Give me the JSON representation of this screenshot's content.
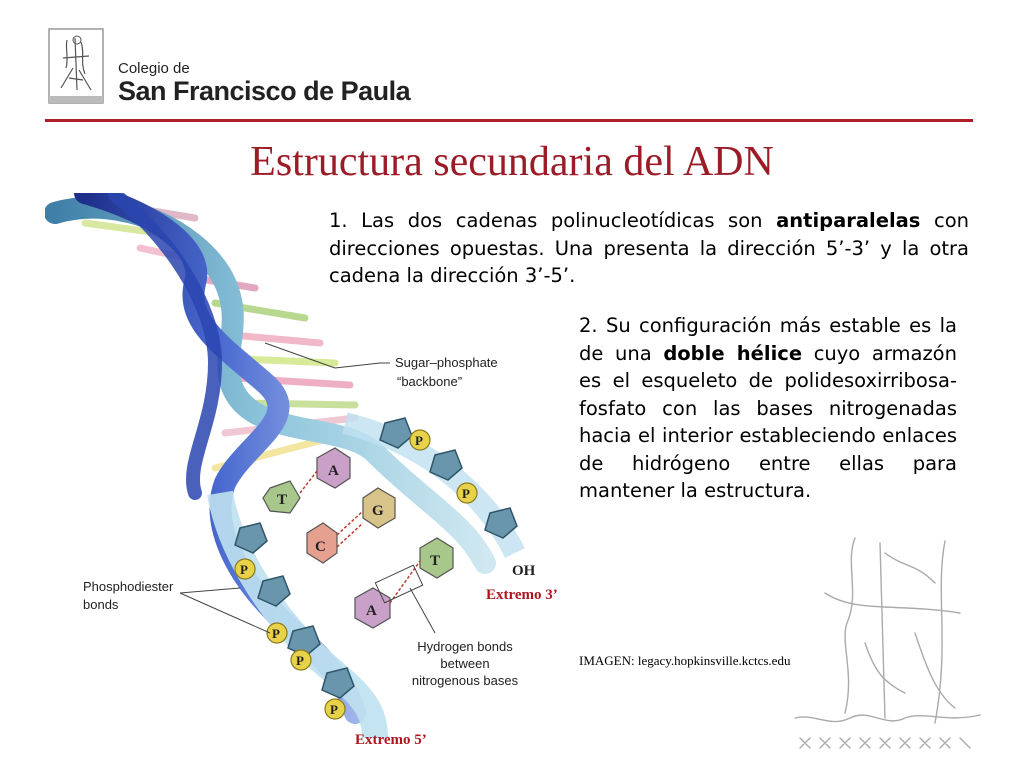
{
  "header": {
    "school_line1": "Colegio de",
    "school_line2": "San Francisco de Paula"
  },
  "colors": {
    "accent": "#b01e2a",
    "title": "#9b1b27",
    "label_red": "#b0141f"
  },
  "slide": {
    "title": "Estructura secundaria del ADN",
    "para1": {
      "before": "1. Las dos cadenas polinucleotídicas son ",
      "bold": "antiparalelas",
      "after": " con direcciones opuestas. Una presenta la dirección 5’-3’ y la otra cadena la dirección 3’-5’."
    },
    "para2": {
      "before": "2. Su configuración más estable es la de una ",
      "bold": "doble hélice",
      "after": " cuyo armazón es el esqueleto de polidesoxirribosa-fosfato con las bases nitrogenadas hacia el interior estableciendo enlaces de hidrógeno entre ellas para mantener la estructura."
    },
    "image_source": "IMAGEN: legacy.hopkinsville.kctcs.edu"
  },
  "diagram": {
    "backbone_label_1": "Sugar–phosphate",
    "backbone_label_2": "“backbone”",
    "phosphodiester_1": "Phosphodiester",
    "phosphodiester_2": "bonds",
    "hbond_1": "Hydrogen bonds",
    "hbond_2": "between",
    "hbond_3": "nitrogenous bases",
    "oh": "OH",
    "end3": "Extremo 3’",
    "end5": "Extremo 5’",
    "bases": {
      "a1": "A",
      "t1": "T",
      "g": "G",
      "c": "C",
      "t2": "T",
      "a2": "A"
    },
    "phosphate": "P"
  }
}
